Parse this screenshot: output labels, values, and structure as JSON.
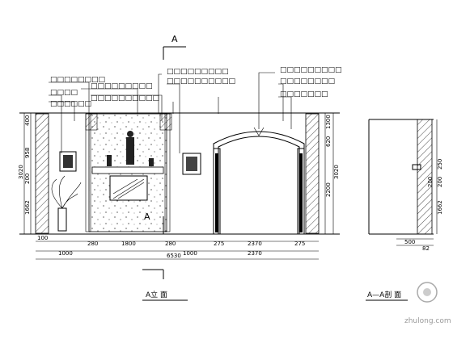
{
  "section_marker": {
    "letter_top": "A",
    "letter_bottom": "A"
  },
  "callouts": {
    "left_1": "□□□□□□□□",
    "left_2": "□□□□",
    "left_3": "□□□□□□",
    "mid_1": "□□□□□□□□□",
    "mid_2": "□□□□□□□□□□",
    "upper_1": "□□□□□□□□□",
    "upper_2": "□□□□□□□□□□",
    "right_1": "□□□□□□□□□",
    "right_2": "□□□□□□□□",
    "right_3": "□□□□□□□"
  },
  "dims_vertical_left": [
    "400",
    "958",
    "1662",
    "3020",
    "200"
  ],
  "dims_vertical_right": [
    "1300",
    "620",
    "3020",
    "2200"
  ],
  "dims_side": [
    "250",
    "200",
    "1662",
    "200"
  ],
  "dims_bottom_small": [
    "100",
    "280",
    "1800",
    "280",
    "275",
    "2370",
    "275"
  ],
  "dims_bottom_main": [
    "1000",
    "1000",
    "2370"
  ],
  "dims_total": "6530",
  "side_bottom": [
    "500",
    "82"
  ],
  "titles": {
    "elevation": "A立   面",
    "section": "A—A剖   面"
  },
  "watermark": "zhulong.com"
}
